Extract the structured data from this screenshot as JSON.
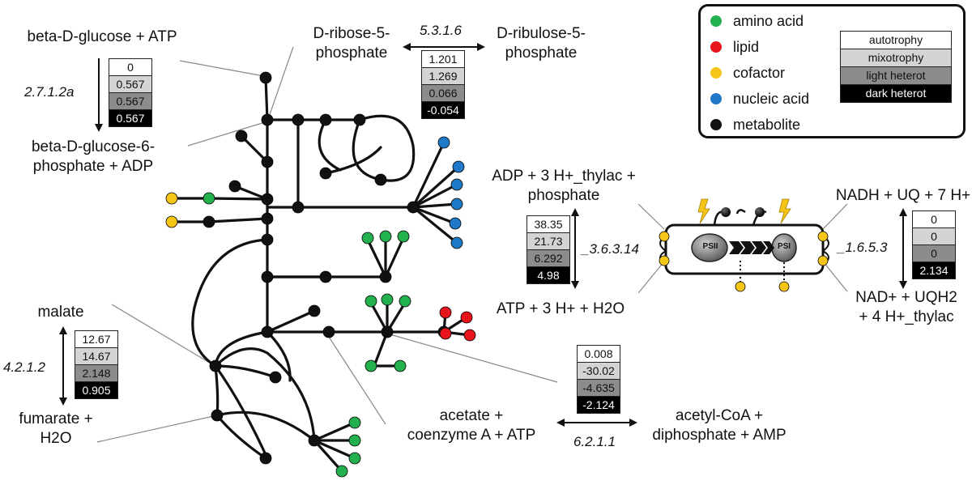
{
  "reactions": {
    "hexokinase": {
      "substrate": "beta-D-glucose + ATP",
      "product": "beta-D-glucose-6-\nphosphate + ADP",
      "ec": "2.7.1.2a",
      "values": [
        "0",
        "0.567",
        "0.567",
        "0.567"
      ]
    },
    "ribose_isomerase": {
      "substrate": "D-ribose-5-\nphosphate",
      "product": "D-ribulose-5-\nphosphate",
      "ec": "5.3.1.6",
      "values": [
        "1.201",
        "1.269",
        "0.066",
        "-0.054"
      ]
    },
    "atp_synthase": {
      "substrate": "ADP + 3 H+_thylac +\nphosphate",
      "product": "ATP + 3 H+ + H2O",
      "ec": "_3.6.3.14",
      "values": [
        "38.35",
        "21.73",
        "6.292",
        "4.98"
      ]
    },
    "nadh_dehydrogenase": {
      "substrate": "NADH + UQ + 7 H+",
      "product": "NAD+ + UQH2\n+ 4 H+_thylac",
      "ec": "_1.6.5.3",
      "values": [
        "0",
        "0",
        "0",
        "2.134"
      ]
    },
    "fumarase": {
      "substrate": "malate",
      "product": "fumarate +\nH2O",
      "ec": "4.2.1.2",
      "values": [
        "12.67",
        "14.67",
        "2.148",
        "0.905"
      ]
    },
    "acetyl_coa_synthetase": {
      "substrate": "acetate +\ncoenzyme A + ATP",
      "product": "acetyl-CoA +\ndiphosphate + AMP",
      "ec": "6.2.1.1",
      "values": [
        "0.008",
        "-30.02",
        "-4.635",
        "-2.124"
      ]
    }
  },
  "legend": {
    "items": [
      {
        "label": "amino acid",
        "color": "#22b14c",
        "icon": "green-node"
      },
      {
        "label": "lipid",
        "color": "#e8141c",
        "icon": "red-node"
      },
      {
        "label": "cofactor",
        "color": "#f5c518",
        "icon": "yellow-node"
      },
      {
        "label": "nucleic acid",
        "color": "#1f78c8",
        "icon": "blue-node"
      },
      {
        "label": "metabolite",
        "color": "#111111",
        "icon": "black-node"
      }
    ],
    "modes": [
      "autotrophy",
      "mixotrophy",
      "light heterot",
      "dark heterot"
    ]
  },
  "photosystem": {
    "psii": "PSII",
    "psi": "PSI"
  },
  "colors": {
    "autotrophy": "#ffffff",
    "mixotrophy": "#d4d4d4",
    "light_heterot": "#8c8c8c",
    "dark_heterot": "#000000"
  }
}
